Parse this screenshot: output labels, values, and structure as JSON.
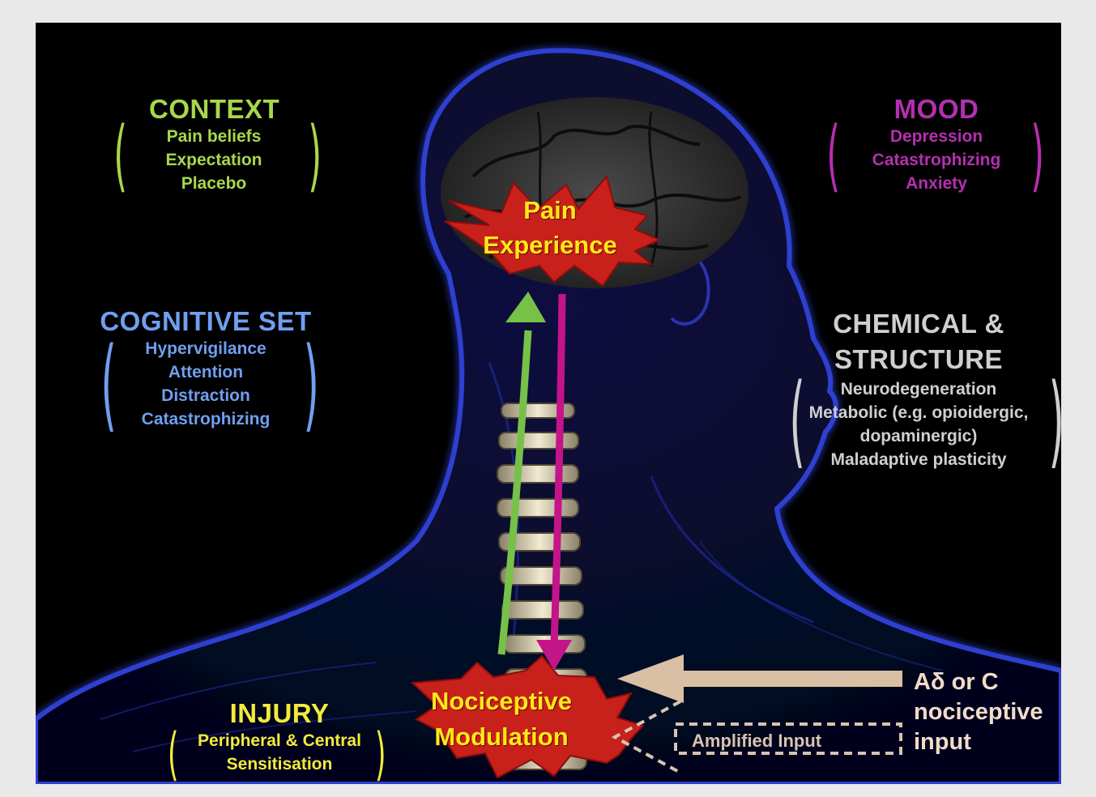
{
  "context": {
    "title": "CONTEXT",
    "items": [
      "Pain beliefs",
      "Expectation",
      "Placebo"
    ]
  },
  "mood": {
    "title": "MOOD",
    "items": [
      "Depression",
      "Catastrophizing",
      "Anxiety"
    ]
  },
  "cognitive": {
    "title": "COGNITIVE SET",
    "items": [
      "Hypervigilance",
      "Attention",
      "Distraction",
      "Catastrophizing"
    ]
  },
  "chemical": {
    "title_lines": [
      "CHEMICAL &",
      "STRUCTURE"
    ],
    "items": [
      "Neurodegeneration",
      "Metabolic (e.g. opioidergic,",
      "dopaminergic)",
      "Maladaptive plasticity"
    ]
  },
  "injury": {
    "title": "INJURY",
    "items": [
      "Peripheral & Central",
      "Sensitisation"
    ]
  },
  "pain_experience": {
    "lines": [
      "Pain",
      "Experience"
    ]
  },
  "nociceptive_modulation": {
    "lines": [
      "Nociceptive",
      "Modulation"
    ]
  },
  "input": {
    "lines": [
      "Aδ or C",
      "nociceptive",
      "input"
    ]
  },
  "amplified_input": "Amplified Input",
  "colors": {
    "background": "#000000",
    "frame": "#e9e9e9",
    "context": "#a7d84a",
    "mood": "#b52fb0",
    "cognitive": "#6f9ff0",
    "chemical": "#cfcfcf",
    "injury": "#f1eb3b",
    "star_fill": "#c8201b",
    "star_text": "#ffe81a",
    "ascending_arrow": "#77c149",
    "descending_arrow": "#c4148a",
    "input_arrow": "#d9bfa3",
    "body_outline": "#2f3fd0"
  }
}
